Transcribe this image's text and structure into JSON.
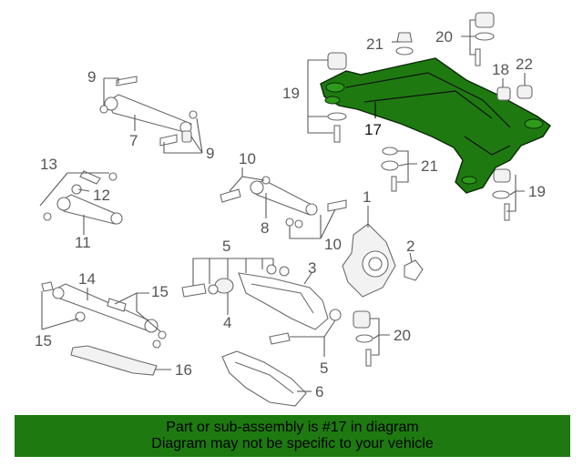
{
  "diagram": {
    "highlight_color": "#1e7a10",
    "highlighted_part": "17",
    "callouts": {
      "c1": "1",
      "c2": "2",
      "c3": "3",
      "c4": "4",
      "c5a": "5",
      "c5b": "5",
      "c6": "6",
      "c7": "7",
      "c8": "8",
      "c9a": "9",
      "c9b": "9",
      "c10a": "10",
      "c10b": "10",
      "c11": "11",
      "c12": "12",
      "c13": "13",
      "c14": "14",
      "c15a": "15",
      "c15b": "15",
      "c16": "16",
      "c17": "17",
      "c18": "18",
      "c19a": "19",
      "c19b": "19",
      "c20a": "20",
      "c20b": "20",
      "c21a": "21",
      "c21b": "21",
      "c22": "22"
    }
  },
  "banner": {
    "background": "#1e7a10",
    "line1": "Part or sub-assembly is #17 in diagram",
    "line2": "Diagram may not be specific to your vehicle"
  }
}
